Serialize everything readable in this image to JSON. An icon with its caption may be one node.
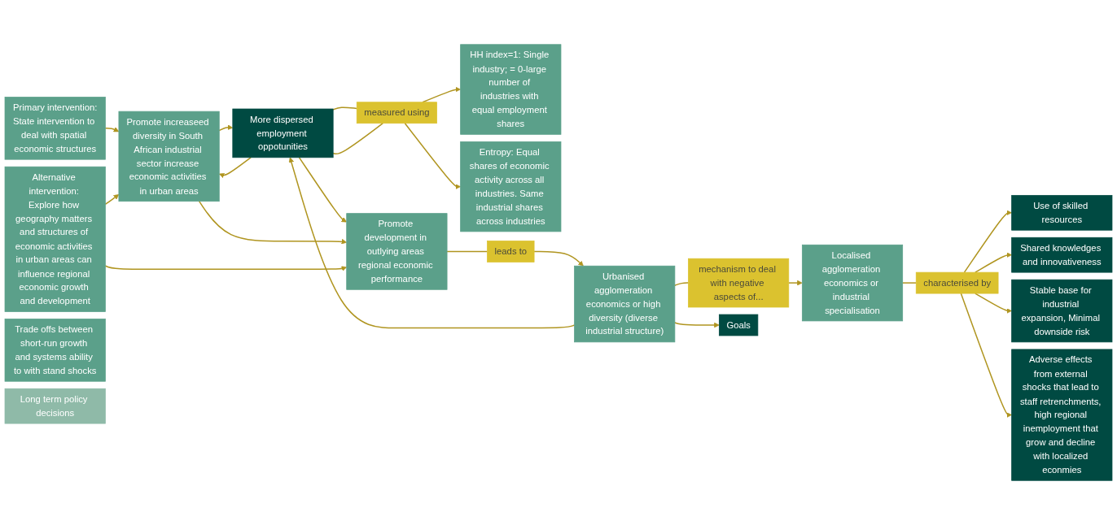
{
  "diagram": {
    "nodes": [
      {
        "text": [
          "HH index=1: Single industry; = 0-large number of industries with equal employment shares"
        ]
      },
      {
        "text": [
          "Primary intervention:",
          "State intervention to deal with spatial economic structures"
        ]
      },
      {
        "text": [
          "measured using"
        ]
      },
      {
        "text": [
          "Entropy: Equal shares of economic activity across all industries. Same industrial shares across industries"
        ]
      },
      {
        "text": [
          "More dispersed employment oppotunities"
        ]
      },
      {
        "text": [
          "mechanism to deal with negative aspects of..."
        ]
      },
      {
        "text": [
          "Urbanised agglomeration economics or high diversity (diverse industrial structure)"
        ]
      },
      {
        "text": [
          "Localised agglomeration economics or industrial specialisation"
        ]
      },
      {
        "text": [
          "Promote increaseed diversity in South African industrial sector increase economic activities in urban areas"
        ]
      },
      {
        "text": [
          "Promote development in outlying areas regional economic performance"
        ]
      },
      {
        "text": [
          "leads to"
        ]
      },
      {
        "text": [
          "Use of skilled resources"
        ]
      },
      {
        "text": [
          "characterised by"
        ]
      },
      {
        "text": [
          "Shared knowledges and innovativeness"
        ]
      },
      {
        "text": [
          "Stable base for industrial expansion, Minimal downside risk"
        ]
      },
      {
        "text": [
          "Alternative intervention: Explore how geography matters and structures of economic activities in urban areas can influence regional economic growth and development"
        ]
      },
      {
        "text": [
          "Adverse effects from external shocks that lead to staff retrenchments, high regional inemployment that grow and decline with localized econmies"
        ]
      },
      {
        "text": [
          "Goals"
        ]
      },
      {
        "text": [
          "Trade offs between short-run growth and systems ability to with stand shocks"
        ]
      },
      {
        "text": [
          "Long term policy decisions"
        ]
      }
    ],
    "edges": [
      {
        "from": 1,
        "to": 8,
        "arrow": "to"
      },
      {
        "from": 15,
        "to": 8,
        "arrow": "to"
      },
      {
        "from": 8,
        "to": 4,
        "arrow": "to"
      },
      {
        "from": 4,
        "to": 8,
        "arrow": "to"
      },
      {
        "from": 4,
        "to": 2,
        "arrow": "none"
      },
      {
        "from": 4,
        "to": 2,
        "arrow": "none"
      },
      {
        "from": 2,
        "to": 0,
        "arrow": "to"
      },
      {
        "from": 2,
        "to": 3,
        "arrow": "to"
      },
      {
        "from": 6,
        "to": 4,
        "arrow": "to"
      },
      {
        "from": 4,
        "to": 9,
        "arrow": "to"
      },
      {
        "from": 8,
        "to": 9,
        "arrow": "to"
      },
      {
        "from": 15,
        "to": 9,
        "arrow": "to"
      },
      {
        "from": 9,
        "to": 10,
        "arrow": "none"
      },
      {
        "from": 10,
        "to": 6,
        "arrow": "to"
      },
      {
        "from": 6,
        "to": 5,
        "arrow": "none"
      },
      {
        "from": 5,
        "to": 7,
        "arrow": "to"
      },
      {
        "from": 6,
        "to": 17,
        "arrow": "to"
      },
      {
        "from": 7,
        "to": 12,
        "arrow": "none"
      },
      {
        "from": 12,
        "to": 11,
        "arrow": "to"
      },
      {
        "from": 12,
        "to": 13,
        "arrow": "to"
      },
      {
        "from": 12,
        "to": 14,
        "arrow": "to"
      },
      {
        "from": 12,
        "to": 16,
        "arrow": "to"
      }
    ]
  }
}
